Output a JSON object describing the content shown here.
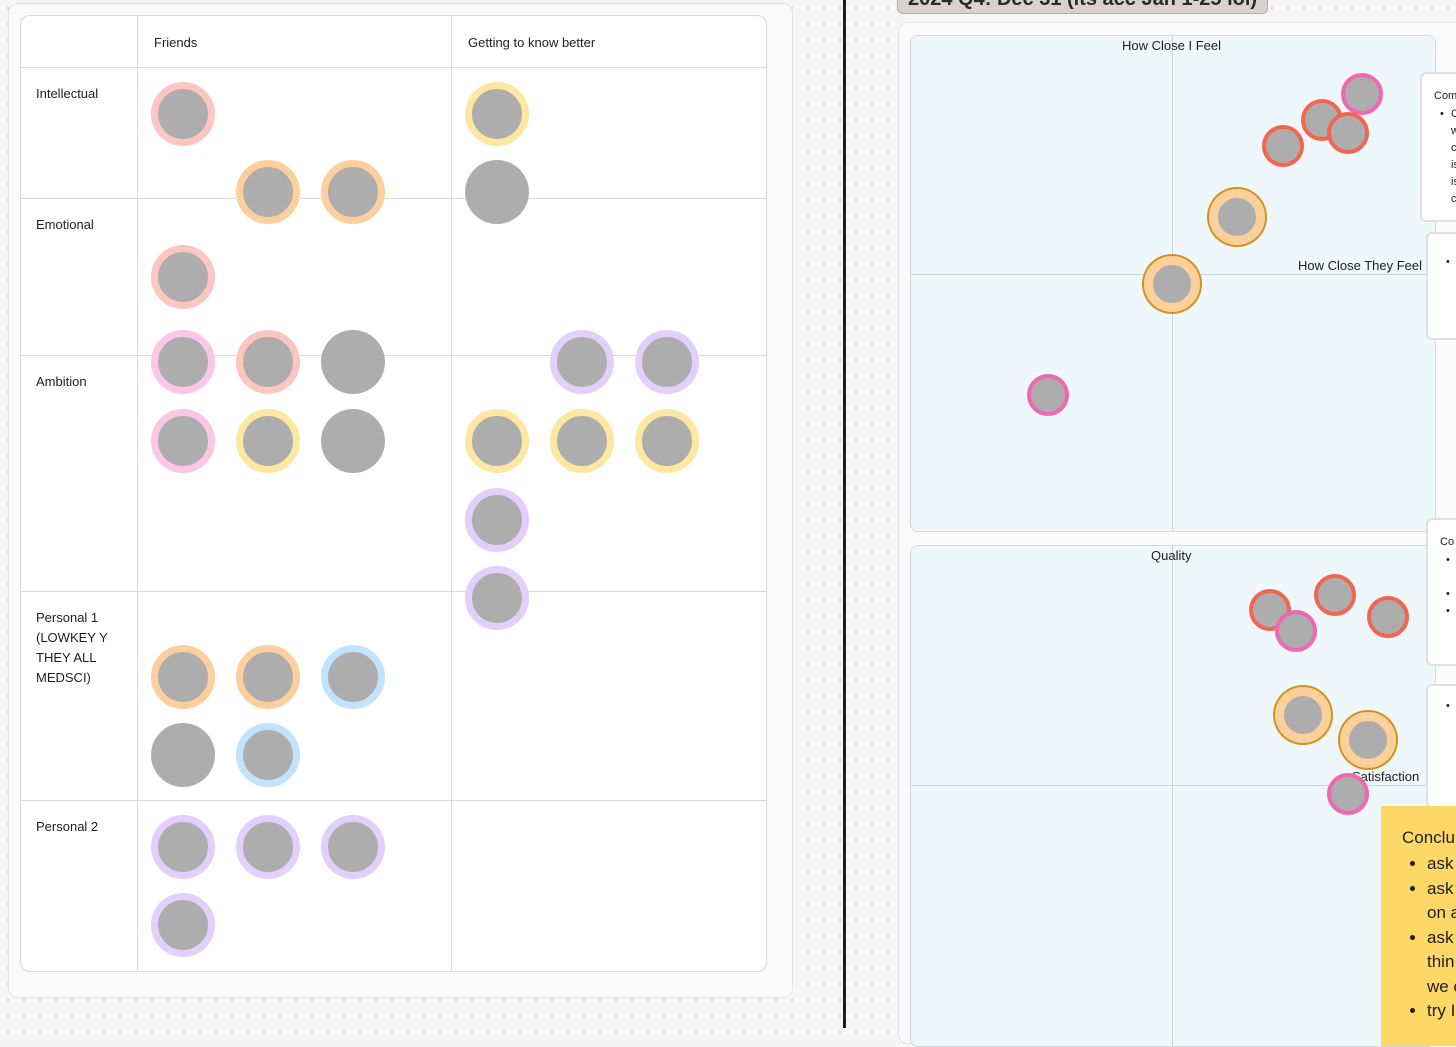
{
  "board": {
    "columns": [
      "Friends",
      "Getting to know better"
    ],
    "rows": [
      {
        "label": "Intellectual"
      },
      {
        "label": "Emotional"
      },
      {
        "label": "Ambition"
      },
      {
        "label": "Personal 1 (LOWKEY Y THEY ALL MEDSCI)"
      },
      {
        "label": "Personal 2"
      }
    ]
  },
  "avatar_ring_colors": {
    "red": "#fdc6c0",
    "orange": "#fdcf9c",
    "yellow": "#fde7a1",
    "pink": "#fcc6e6",
    "purple": "#e2cffc",
    "blue": "#c1e3fd",
    "none": "#adadad"
  },
  "frame_title": "2024 Q4: Dec 31 (its acc Jan 1-25 lol)",
  "charts": [
    {
      "top_label": "How Close I Feel",
      "right_label": "How Close They Feel"
    },
    {
      "top_label": "Quality",
      "right_label": "Satisfaction"
    }
  ],
  "notes": {
    "top_header": "Com",
    "top_lines": [
      "C",
      "w",
      "c",
      "is",
      "is",
      "c"
    ],
    "lower_header": "Co"
  },
  "conclusion": {
    "title": "Conclu",
    "items": [
      "ask",
      "ask",
      "on a",
      "ask",
      "thin",
      "we c",
      "try I"
    ]
  }
}
